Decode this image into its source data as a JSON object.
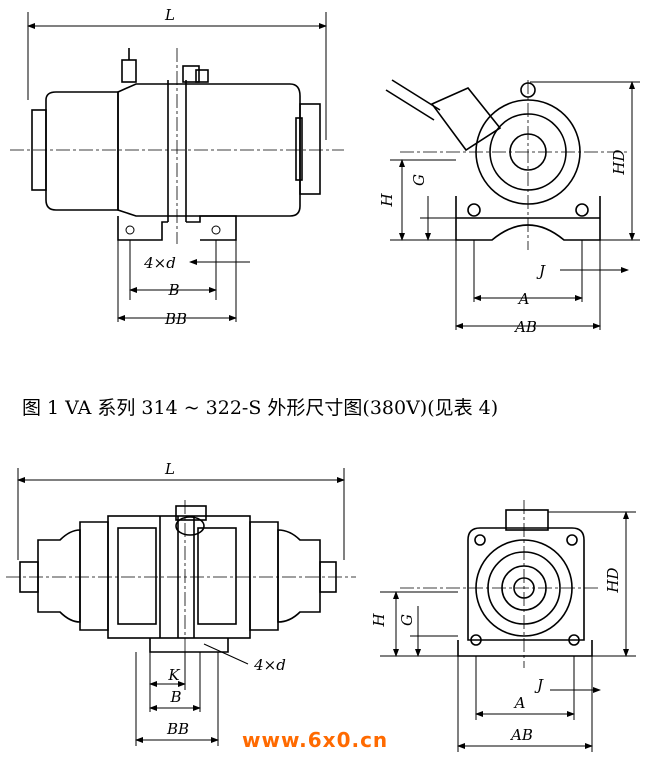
{
  "figure1": {
    "caption": "图 1   VA 系列 314 ~ 322-S 外形尺寸图(380V)(见表 4)",
    "side_view_labels": {
      "L": "L",
      "four_d": "4×d",
      "B": "B",
      "BB": "BB"
    },
    "end_view_labels": {
      "H": "H",
      "G": "G",
      "HD": "HD",
      "J": "J",
      "A": "A",
      "AB": "AB"
    }
  },
  "figure2": {
    "side_view_labels": {
      "L": "L",
      "K": "K",
      "B": "B",
      "BB": "BB",
      "four_d": "4×d"
    },
    "end_view_labels": {
      "H": "H",
      "G": "G",
      "HD": "HD",
      "J": "J",
      "A": "A",
      "AB": "AB"
    }
  },
  "watermark": "www.6x0.cn"
}
